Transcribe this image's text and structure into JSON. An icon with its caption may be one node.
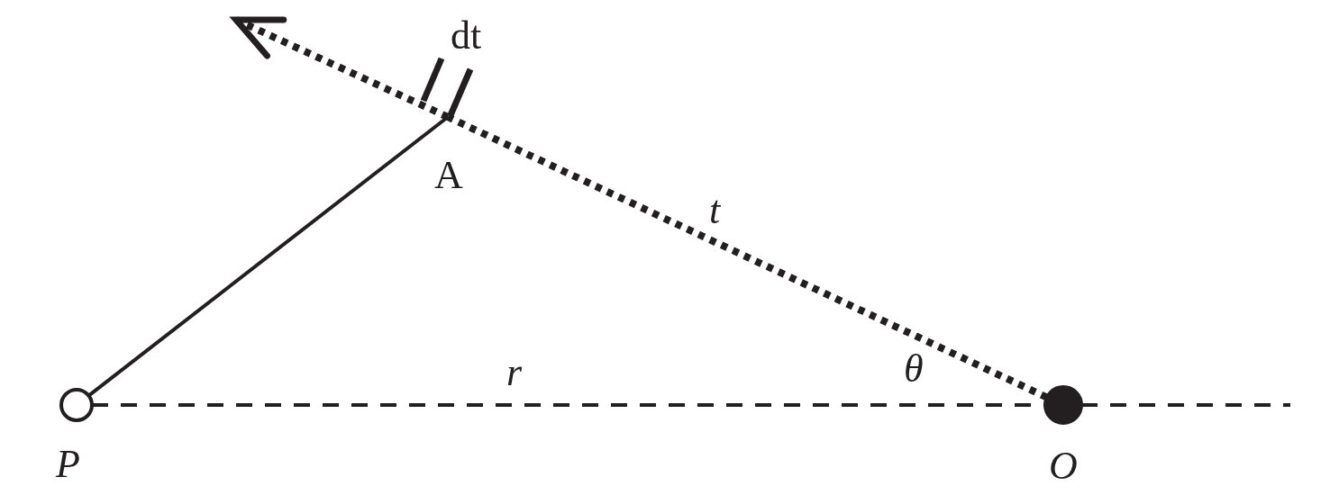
{
  "diagram": {
    "nodes": [
      {
        "text": [
          "P"
        ]
      },
      {
        "text": [
          "A"
        ]
      },
      {
        "text": [
          "O"
        ]
      }
    ],
    "edges": [
      {
        "from": 0,
        "to": 1,
        "arrow": "none"
      },
      {
        "from": 2,
        "to": 1,
        "arrow": "none",
        "style": "dashed",
        "label": "t"
      },
      {
        "from": 1,
        "to": null,
        "arrow": "to",
        "style": "dashed"
      },
      {
        "from": 0,
        "to": 2,
        "arrow": "none",
        "style": "dashed",
        "label": "r"
      },
      {
        "from": 2,
        "to": null,
        "arrow": "none",
        "style": "dashed"
      }
    ],
    "labels": [
      "dt",
      "θ"
    ]
  }
}
